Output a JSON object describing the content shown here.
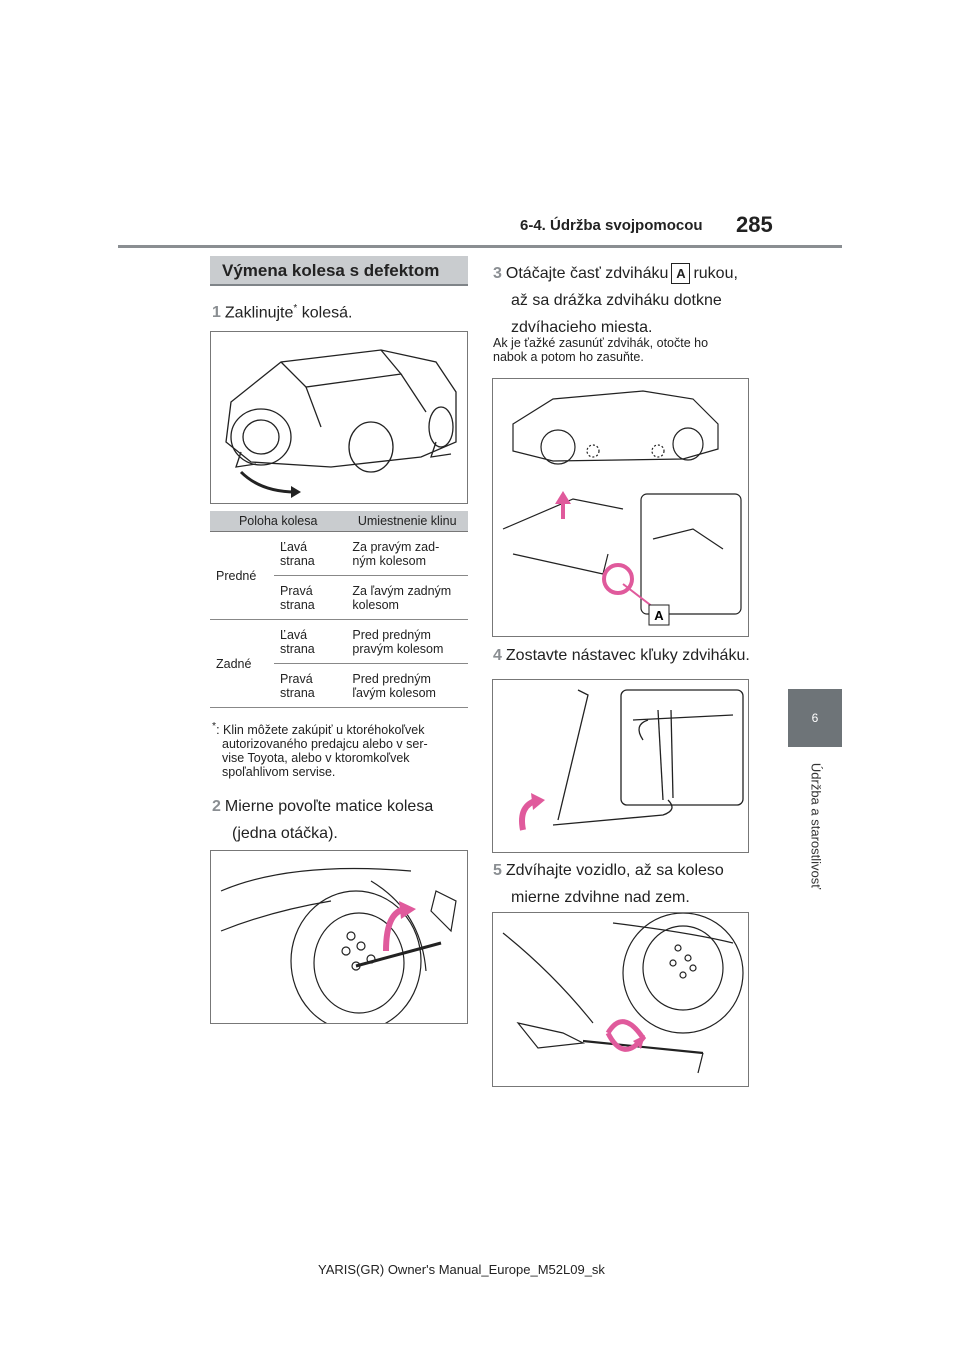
{
  "header": {
    "section": "6-4. Údržba svojpomocou",
    "page_number": "285"
  },
  "side": {
    "chapter_number": "6",
    "chapter_title": "Údržba a starostlivosť"
  },
  "section_title": "Výmena kolesa s defektom",
  "steps": {
    "s1": {
      "num": "1",
      "text_a": "Zaklinujte",
      "sup": "*",
      "text_b": " kolesá."
    },
    "s2": {
      "num": "2",
      "line1": "Mierne povoľte matice kolesa",
      "line2": "(jedna otáčka)."
    },
    "s3": {
      "num": "3",
      "line1a": "Otáčajte časť zdviháku",
      "marker": "A",
      "line1b": "rukou,",
      "line2": "až sa drážka zdviháku dotkne",
      "line3": "zdvíhacieho miesta."
    },
    "s3_note": {
      "line1": "Ak je ťažké zasunúť zdvihák, otočte ho",
      "line2": "nabok a potom ho zasuňte."
    },
    "s4": {
      "num": "4",
      "text": "Zostavte nástavec kľuky zdviháku."
    },
    "s5": {
      "num": "5",
      "line1": "Zdvíhajte vozidlo, až sa koleso",
      "line2": "mierne zdvihne nad zem."
    }
  },
  "wedge_table": {
    "headers": [
      "Poloha kolesa",
      "Umiestnenie klinu"
    ],
    "rows": [
      {
        "group": "Predné",
        "side": [
          "Ľavá",
          "strana"
        ],
        "place": [
          "Za pravým zad-",
          "ným kolesom"
        ]
      },
      {
        "group": "",
        "side": [
          "Pravá",
          "strana"
        ],
        "place": [
          "Za ľavým zadným",
          "kolesom"
        ]
      },
      {
        "group": "Zadné",
        "side": [
          "Ľavá",
          "strana"
        ],
        "place": [
          "Pred predným",
          "pravým kolesom"
        ]
      },
      {
        "group": "",
        "side": [
          "Pravá",
          "strana"
        ],
        "place": [
          "Pred predným",
          "ľavým kolesom"
        ]
      }
    ]
  },
  "footnote": {
    "mark": "*",
    "line1": ": Klin môžete zakúpiť u ktoréhokoľvek",
    "line2": "autorizovaného predajcu alebo v ser-",
    "line3": "vise Toyota, alebo v ktoromkoľvek",
    "line4": "spoľahlivom servise."
  },
  "figure_labels": {
    "jack_marker": "A"
  },
  "colors": {
    "accent_gray": "#8a8e92",
    "header_fill": "#c9cccf",
    "arrow_pink": "#e05a9c",
    "tab_dark": "#6e7478"
  },
  "footer": {
    "text": "YARIS(GR) Owner's Manual_Europe_M52L09_sk"
  }
}
